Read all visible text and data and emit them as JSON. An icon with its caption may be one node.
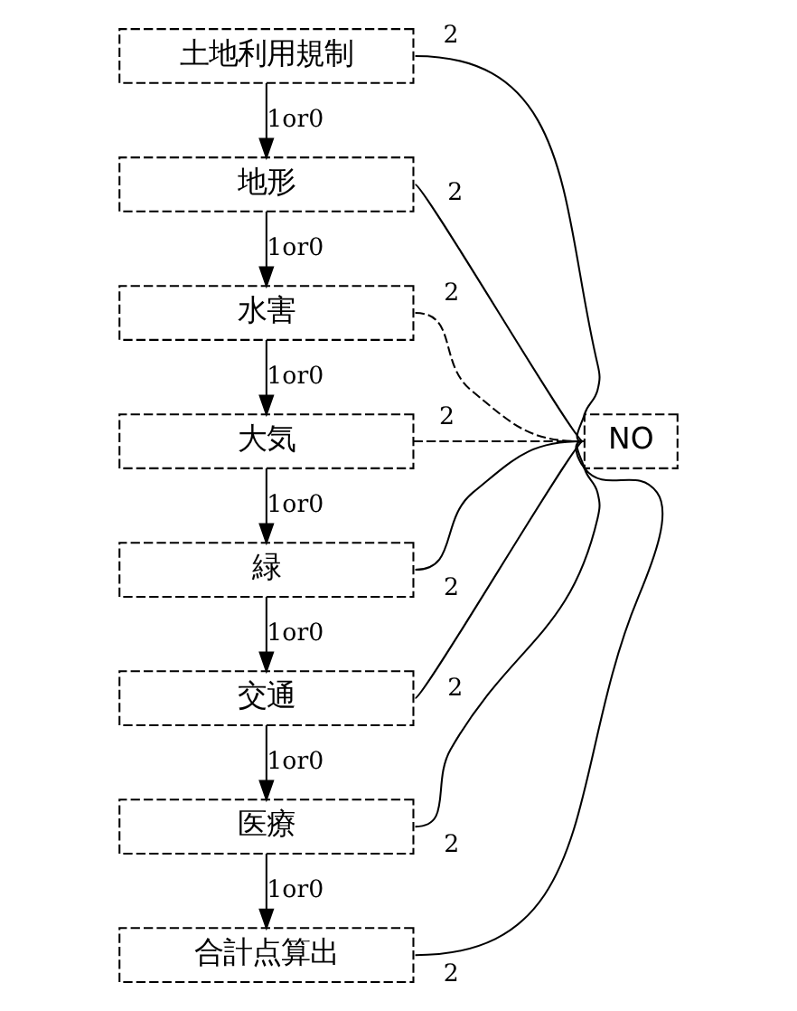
{
  "diagram": {
    "nodes": [
      {
        "text": [
          "土地利用規制"
        ]
      },
      {
        "text": [
          "地形"
        ]
      },
      {
        "text": [
          "水害"
        ]
      },
      {
        "text": [
          "大気"
        ]
      },
      {
        "text": [
          "緑"
        ]
      },
      {
        "text": [
          "交通"
        ]
      },
      {
        "text": [
          "医療"
        ]
      },
      {
        "text": [
          "合計点算出"
        ]
      },
      {
        "text": [
          "NO"
        ]
      }
    ],
    "edges": [
      {
        "from": 0,
        "to": 1,
        "arrow": "to",
        "label": "1or0"
      },
      {
        "from": 1,
        "to": 2,
        "arrow": "to",
        "label": "1or0"
      },
      {
        "from": 2,
        "to": 3,
        "arrow": "to",
        "label": "1or0"
      },
      {
        "from": 3,
        "to": 4,
        "arrow": "to",
        "label": "1or0"
      },
      {
        "from": 4,
        "to": 5,
        "arrow": "to",
        "label": "1or0"
      },
      {
        "from": 5,
        "to": 6,
        "arrow": "to",
        "label": "1or0"
      },
      {
        "from": 6,
        "to": 7,
        "arrow": "to",
        "label": "1or0"
      },
      {
        "from": 0,
        "to": 8,
        "arrow": "none",
        "label": "2"
      },
      {
        "from": 1,
        "to": 8,
        "arrow": "none",
        "label": "2"
      },
      {
        "from": 2,
        "to": 8,
        "arrow": "none",
        "label": "2",
        "style": "dashed"
      },
      {
        "from": 3,
        "to": 8,
        "arrow": "none",
        "label": "2",
        "style": "dashed"
      },
      {
        "from": 4,
        "to": 8,
        "arrow": "none",
        "label": "2"
      },
      {
        "from": 5,
        "to": 8,
        "arrow": "none",
        "label": "2"
      },
      {
        "from": 6,
        "to": 8,
        "arrow": "none",
        "label": "2"
      },
      {
        "from": 7,
        "to": 8,
        "arrow": "none",
        "label": "2"
      }
    ]
  }
}
